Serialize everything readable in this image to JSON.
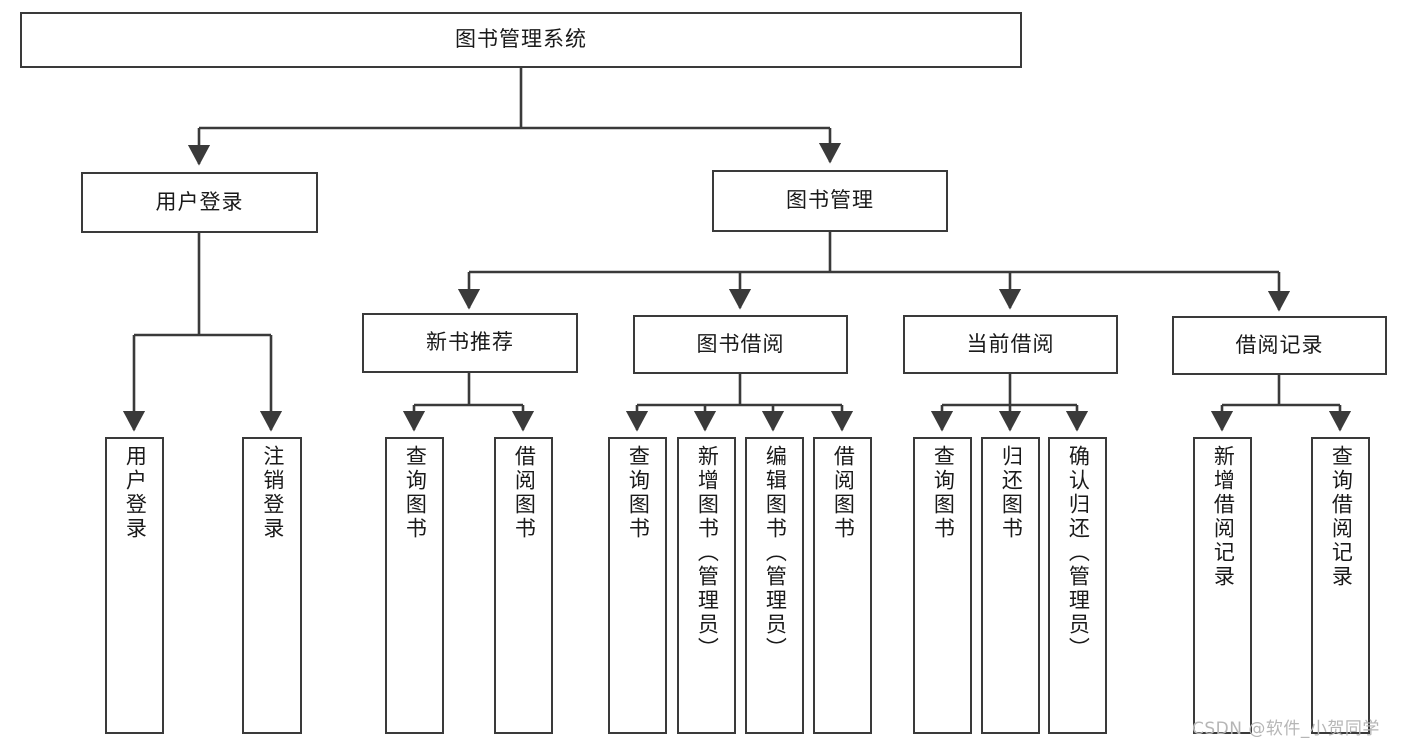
{
  "diagram": {
    "type": "tree-hierarchy",
    "title": "图书管理系统",
    "stroke_color": "#3a3a3a",
    "fill_color": "#ffffff",
    "text_color": "#1a1a1a",
    "root": {
      "label": "图书管理系统"
    },
    "level1": [
      {
        "label": "用户登录"
      },
      {
        "label": "图书管理"
      }
    ],
    "level2": [
      {
        "label": "新书推荐"
      },
      {
        "label": "图书借阅"
      },
      {
        "label": "当前借阅"
      },
      {
        "label": "借阅记录"
      }
    ],
    "leaves": {
      "user_login": [
        {
          "label": "用户登录"
        },
        {
          "label": "注销登录"
        }
      ],
      "new_book_recommend": [
        {
          "label": "查询图书"
        },
        {
          "label": "借阅图书"
        }
      ],
      "book_borrow": [
        {
          "label": "查询图书"
        },
        {
          "label": "新增图书（管理员）"
        },
        {
          "label": "编辑图书（管理员）"
        },
        {
          "label": "借阅图书"
        }
      ],
      "current_borrow": [
        {
          "label": "查询图书"
        },
        {
          "label": "归还图书"
        },
        {
          "label": "确认归还（管理员）"
        }
      ],
      "borrow_record": [
        {
          "label": "新增借阅记录"
        },
        {
          "label": "查询借阅记录"
        }
      ]
    }
  },
  "watermark": {
    "text": "CSDN @软件_小贺同学"
  }
}
